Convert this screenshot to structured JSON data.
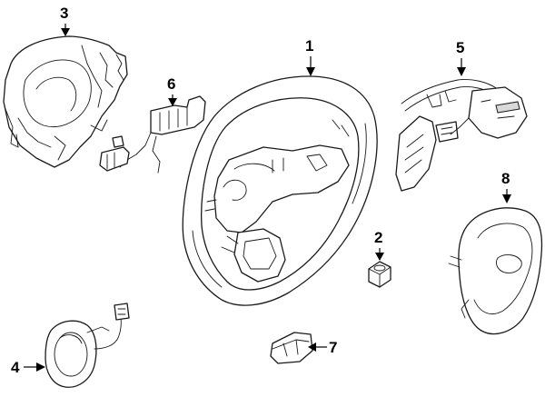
{
  "callouts": [
    {
      "id": "1",
      "label": "1"
    },
    {
      "id": "2",
      "label": "2"
    },
    {
      "id": "3",
      "label": "3"
    },
    {
      "id": "4",
      "label": "4"
    },
    {
      "id": "5",
      "label": "5"
    },
    {
      "id": "6",
      "label": "6"
    },
    {
      "id": "7",
      "label": "7"
    },
    {
      "id": "8",
      "label": "8"
    }
  ],
  "colors": {
    "line": "#1a1a1a",
    "background": "#ffffff",
    "shade": "#d9d9d9"
  }
}
